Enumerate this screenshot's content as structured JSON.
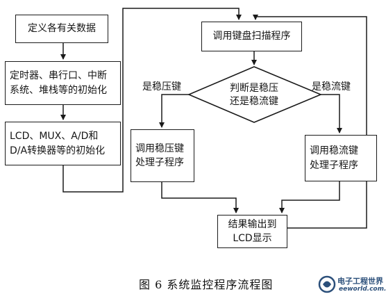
{
  "diagram": {
    "left_column": [
      {
        "id": "define_data",
        "lines": [
          "定义各有关数据"
        ]
      },
      {
        "id": "init_timers",
        "lines": [
          "定时器、串行口、中断",
          "系统、堆栈等的初始化"
        ]
      },
      {
        "id": "init_devices",
        "lines": [
          "LCD、MUX、A/D和",
          "D/A转换器等的初始化"
        ]
      }
    ],
    "scan_keyboard": {
      "lines": [
        "调用键盘扫描程序"
      ]
    },
    "decision": {
      "lines": [
        "判断是稳压",
        "还是稳流键"
      ]
    },
    "branch_labels": {
      "left": "是稳压键",
      "right": "是稳流键"
    },
    "voltage_sub": {
      "lines": [
        "调用稳压键",
        "处理子程序"
      ]
    },
    "current_sub": {
      "lines": [
        "调用稳流键",
        "处理子程序"
      ]
    },
    "output_lcd": {
      "lines": [
        "结果输出到",
        "LCD显示"
      ]
    }
  },
  "caption": "图 6   系统监控程序流程图",
  "watermark": {
    "title": "电子工程世界",
    "subtitle": "eeworld.com.cn",
    "logo_icon": "eeworld-logo-icon",
    "color": "#2b4f7a"
  }
}
